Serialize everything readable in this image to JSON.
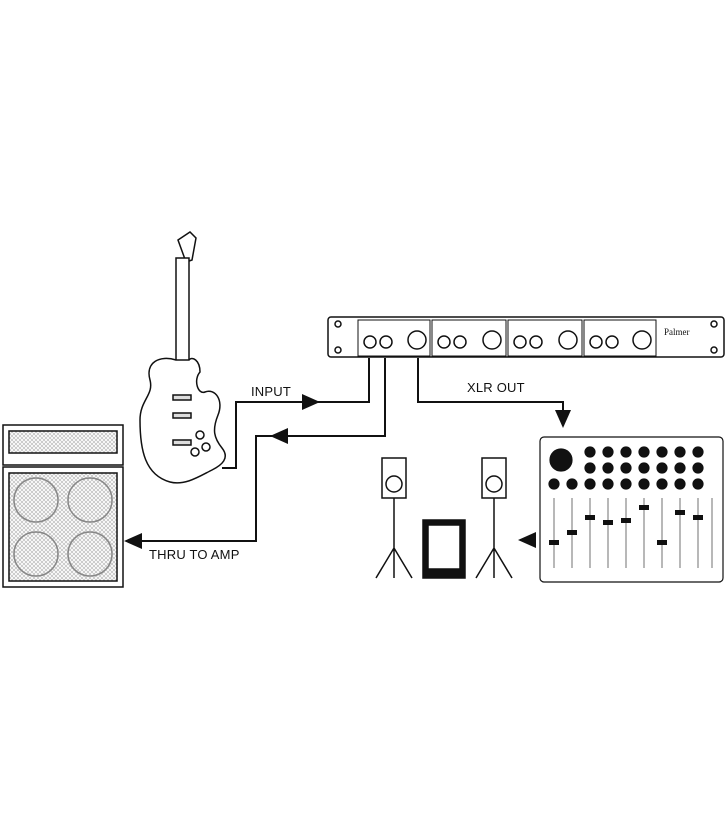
{
  "labels": {
    "input": "INPUT",
    "xlr_out": "XLR OUT",
    "thru_to_amp": "THRU TO AMP"
  },
  "devices": {
    "rack_brand": "Palmer"
  },
  "colors": {
    "line": "#111111",
    "background": "#ffffff"
  }
}
